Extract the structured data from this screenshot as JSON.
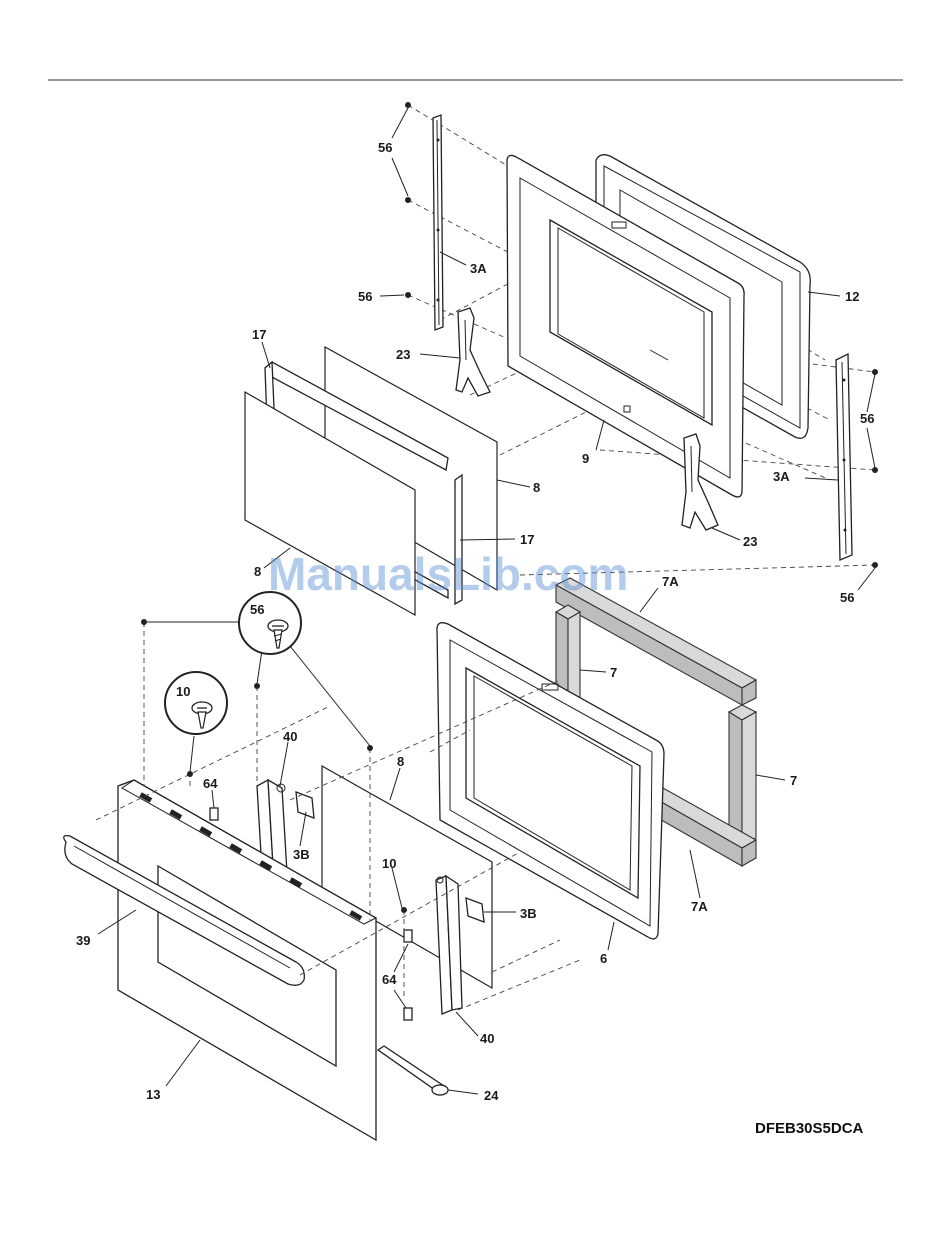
{
  "model": "DFEB30S5DCA",
  "watermark": "ManualsLib.com",
  "callouts": {
    "c56a": "56",
    "c3Aa": "3A",
    "c56b": "56",
    "c12": "12",
    "c17a": "17",
    "c23a": "23",
    "c56c": "56",
    "c9": "9",
    "c8a": "8",
    "c3Ab": "3A",
    "c17b": "17",
    "c23b": "23",
    "c8b": "8",
    "c56d": "56",
    "c7Aa": "7A",
    "c56e": "56",
    "c7a": "7",
    "c10a": "10",
    "c40a": "40",
    "c8c": "8",
    "c7b": "7",
    "c64a": "64",
    "c3Ba": "3B",
    "c10b": "10",
    "c3Bb": "3B",
    "c39": "39",
    "c64b": "64",
    "c6": "6",
    "c7Ab": "7A",
    "c40b": "40",
    "c13": "13",
    "c24": "24"
  }
}
